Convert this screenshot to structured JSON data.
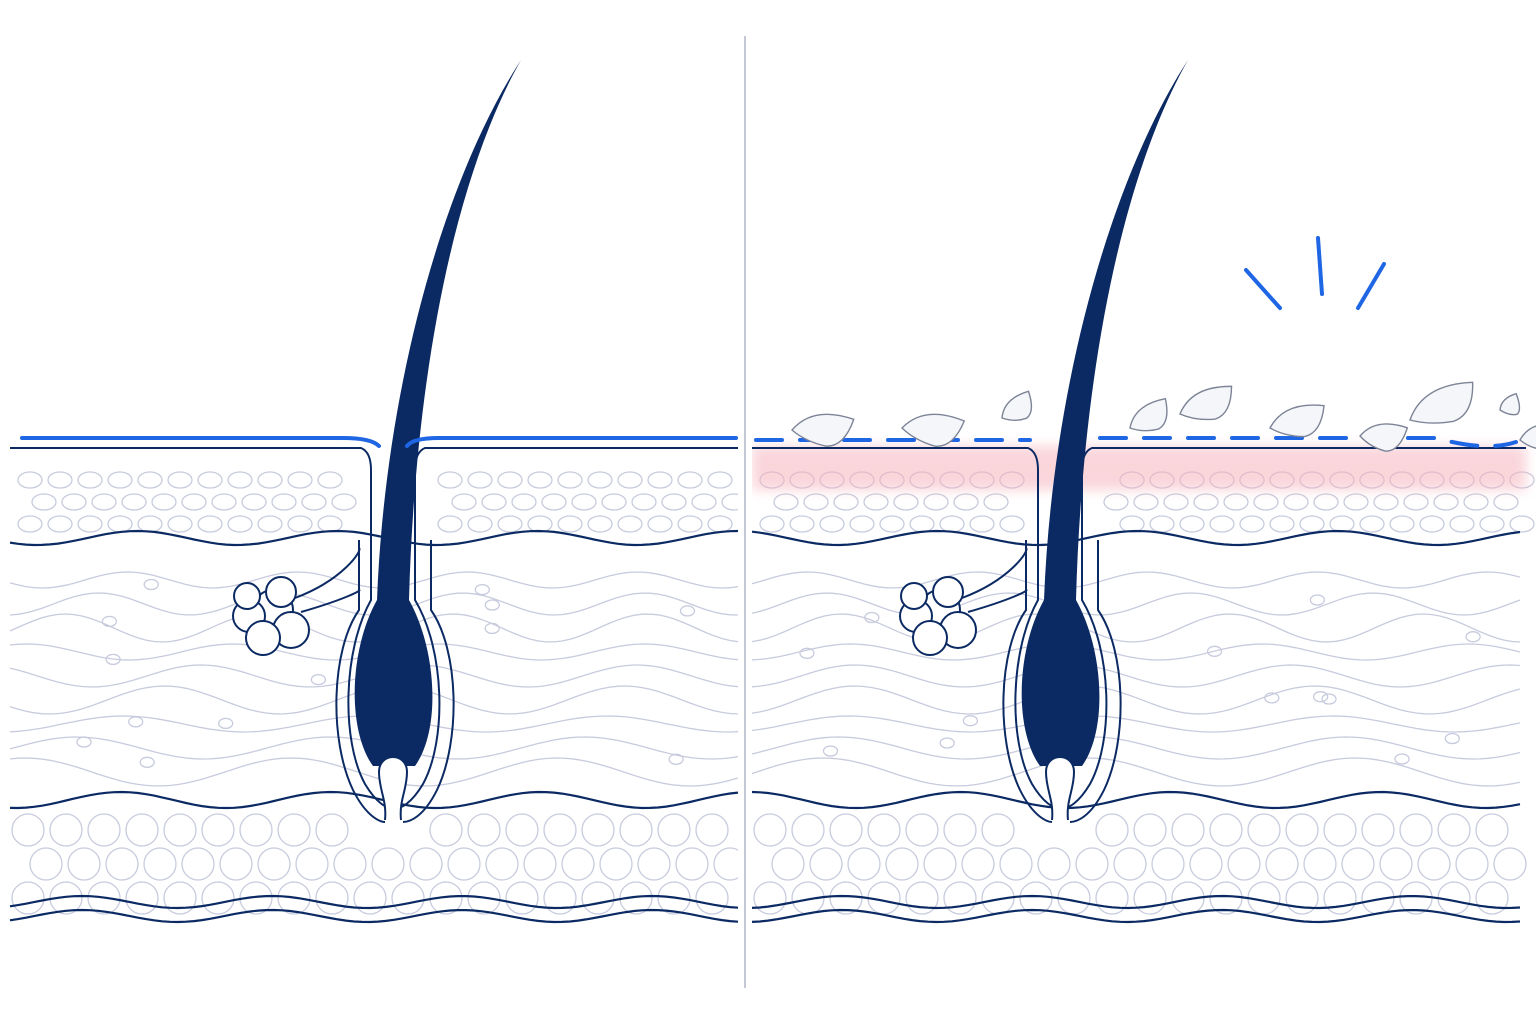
{
  "colors": {
    "background": "#ffffff",
    "outline_navy": "#0b2a63",
    "hair_fill": "#0b2a63",
    "barrier_blue": "#1f66e5",
    "texture_gray": "#c7cbdd",
    "irritation_pink": "#f6b3bd",
    "flake_fill": "#f4f6fa",
    "divider_gray": "#c5c9d6"
  },
  "panels": [
    {
      "id": "healthy",
      "barrier": "intact",
      "irritation": false,
      "flakes": false,
      "burst_marks": false
    },
    {
      "id": "damaged",
      "barrier": "broken",
      "irritation": true,
      "flakes": true,
      "burst_marks": true
    }
  ]
}
